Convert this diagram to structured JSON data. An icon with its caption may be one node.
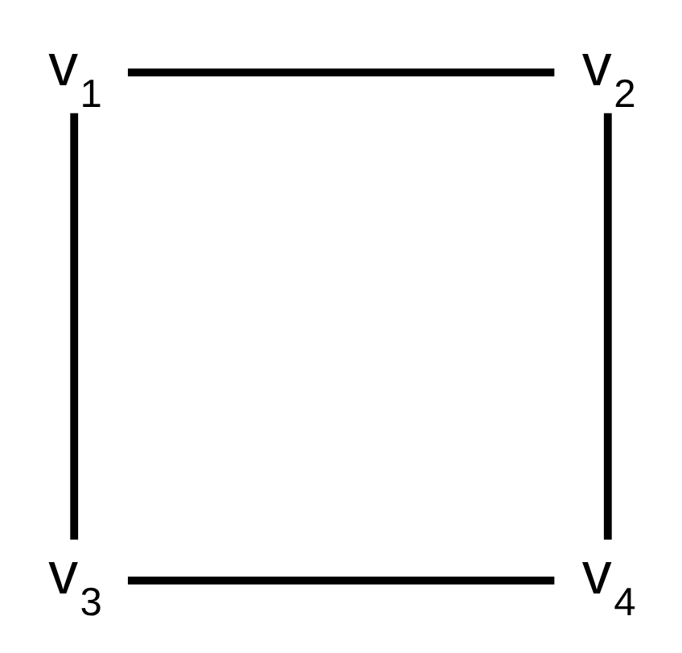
{
  "diagram": {
    "nodes": [
      {
        "text": [
          "v$_{1}$"
        ]
      },
      {
        "text": [
          "v$_{2}$"
        ]
      },
      {
        "text": [
          "v$_{3}$"
        ]
      },
      {
        "text": [
          "v$_{4}$"
        ]
      }
    ],
    "edges": [
      {
        "from": 0,
        "to": 1,
        "arrow": "none"
      },
      {
        "from": 0,
        "to": 2,
        "arrow": "none"
      },
      {
        "from": 1,
        "to": 3,
        "arrow": "none"
      },
      {
        "from": 2,
        "to": 3,
        "arrow": "none"
      }
    ]
  }
}
